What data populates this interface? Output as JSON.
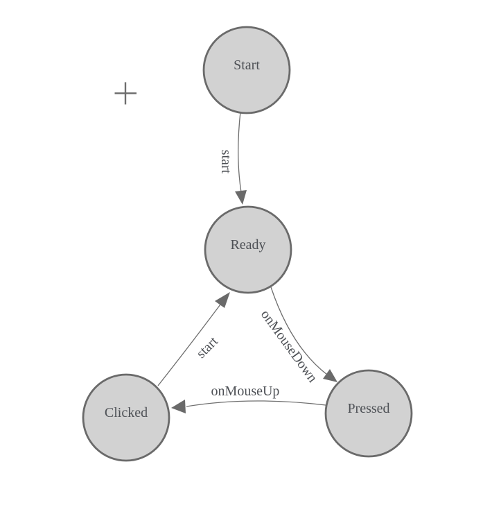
{
  "diagram": {
    "type": "state-machine",
    "nodes": [
      {
        "label": "Start"
      },
      {
        "label": "Ready"
      },
      {
        "label": "Clicked"
      },
      {
        "label": "Pressed"
      }
    ],
    "edges": [
      {
        "from": "Start",
        "to": "Ready",
        "label": "start"
      },
      {
        "from": "Clicked",
        "to": "Ready",
        "label": "start"
      },
      {
        "from": "Ready",
        "to": "Pressed",
        "label": "onMouseDown"
      },
      {
        "from": "Pressed",
        "to": "Clicked",
        "label": "onMouseUp"
      }
    ],
    "icons": {
      "crosshair": "plus"
    }
  },
  "colors": {
    "background": "#ffffff",
    "node_fill": "#d2d2d2",
    "node_stroke": "#6a6a6a",
    "edge_stroke": "#6e6e6e",
    "arrow_fill": "#6a6a6a",
    "text": "#4e5156",
    "crosshair": "#6e6e6e"
  }
}
